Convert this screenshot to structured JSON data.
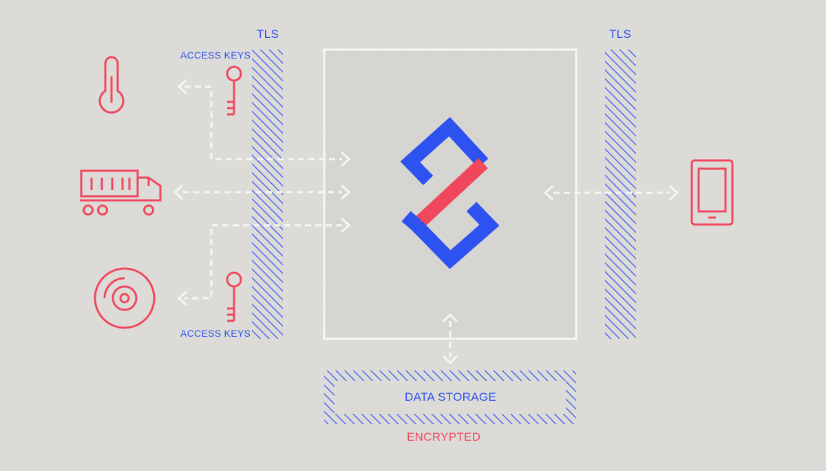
{
  "labels": {
    "tls_left": "TLS",
    "tls_right": "TLS",
    "access_keys_top": "ACCESS KEYS",
    "access_keys_bottom": "ACCESS KEYS",
    "data_storage": "DATA STORAGE",
    "encrypted": "ENCRYPTED"
  },
  "colors": {
    "background": "#dcdbd7",
    "blue": "#2d52f0",
    "red": "#f0475d",
    "white": "#f6f6f4"
  },
  "icons": {
    "device_top": "thermometer-icon",
    "device_middle": "truck-icon",
    "device_bottom": "disc-icon",
    "device_right": "tablet-icon",
    "key": "key-icon",
    "logo": "s-logo-icon"
  }
}
